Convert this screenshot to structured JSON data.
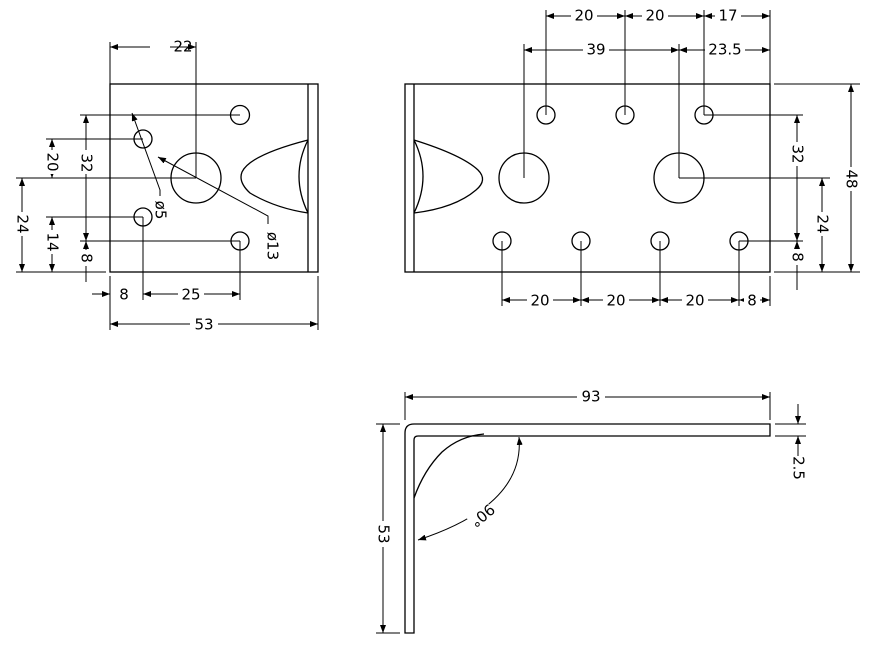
{
  "top_left_view": {
    "d22": "22",
    "d32": "32",
    "d20": "20",
    "d24": "24",
    "d14": "14",
    "d8v": "8",
    "d8h": "8",
    "d25": "25",
    "d53": "53",
    "hole_small": "ø5",
    "hole_large": "ø13"
  },
  "top_right_view": {
    "d20a": "20",
    "d20b": "20",
    "d17": "17",
    "d39": "39",
    "d23_5": "23.5",
    "d32": "32",
    "d24": "24",
    "d8v": "8",
    "d48": "48",
    "b20a": "20",
    "b20b": "20",
    "b20c": "20",
    "b8": "8"
  },
  "side_view": {
    "d93": "93",
    "d53": "53",
    "d2_5": "2.5",
    "angle": "90°"
  }
}
